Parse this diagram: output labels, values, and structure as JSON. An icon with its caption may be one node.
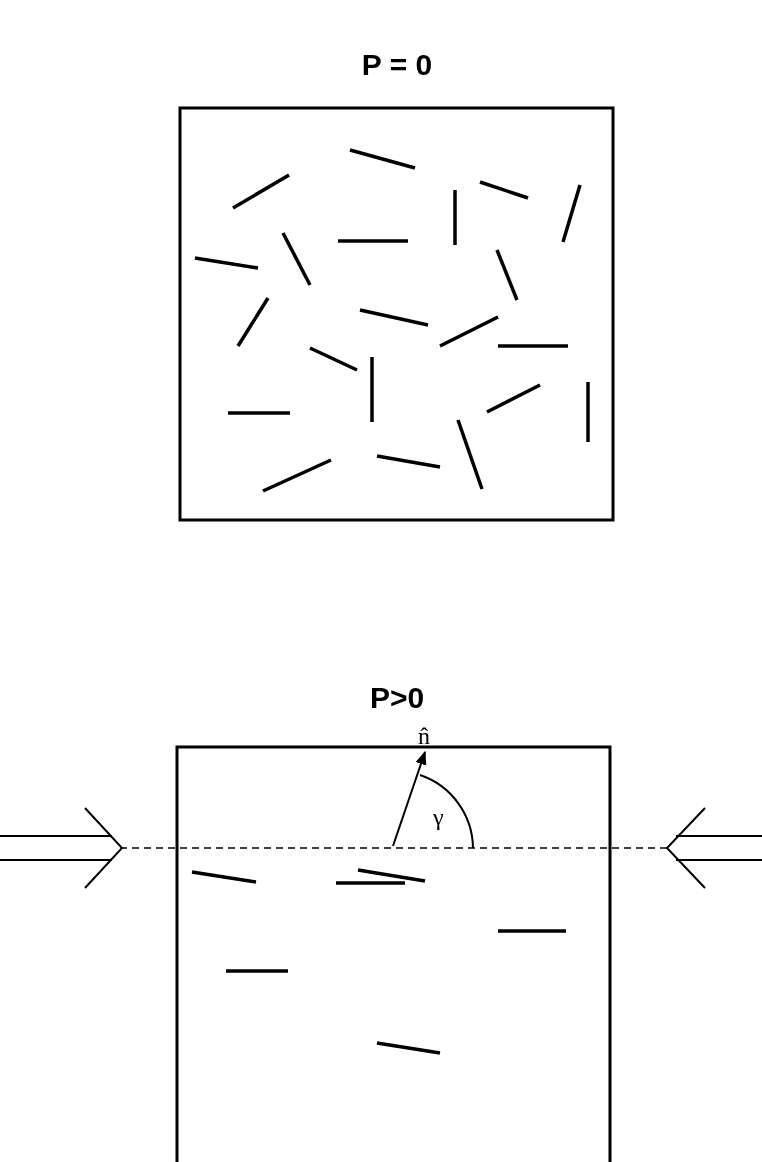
{
  "diagram": {
    "labels": [
      "P = 0",
      "P>0",
      "n̂",
      "γ"
    ]
  }
}
